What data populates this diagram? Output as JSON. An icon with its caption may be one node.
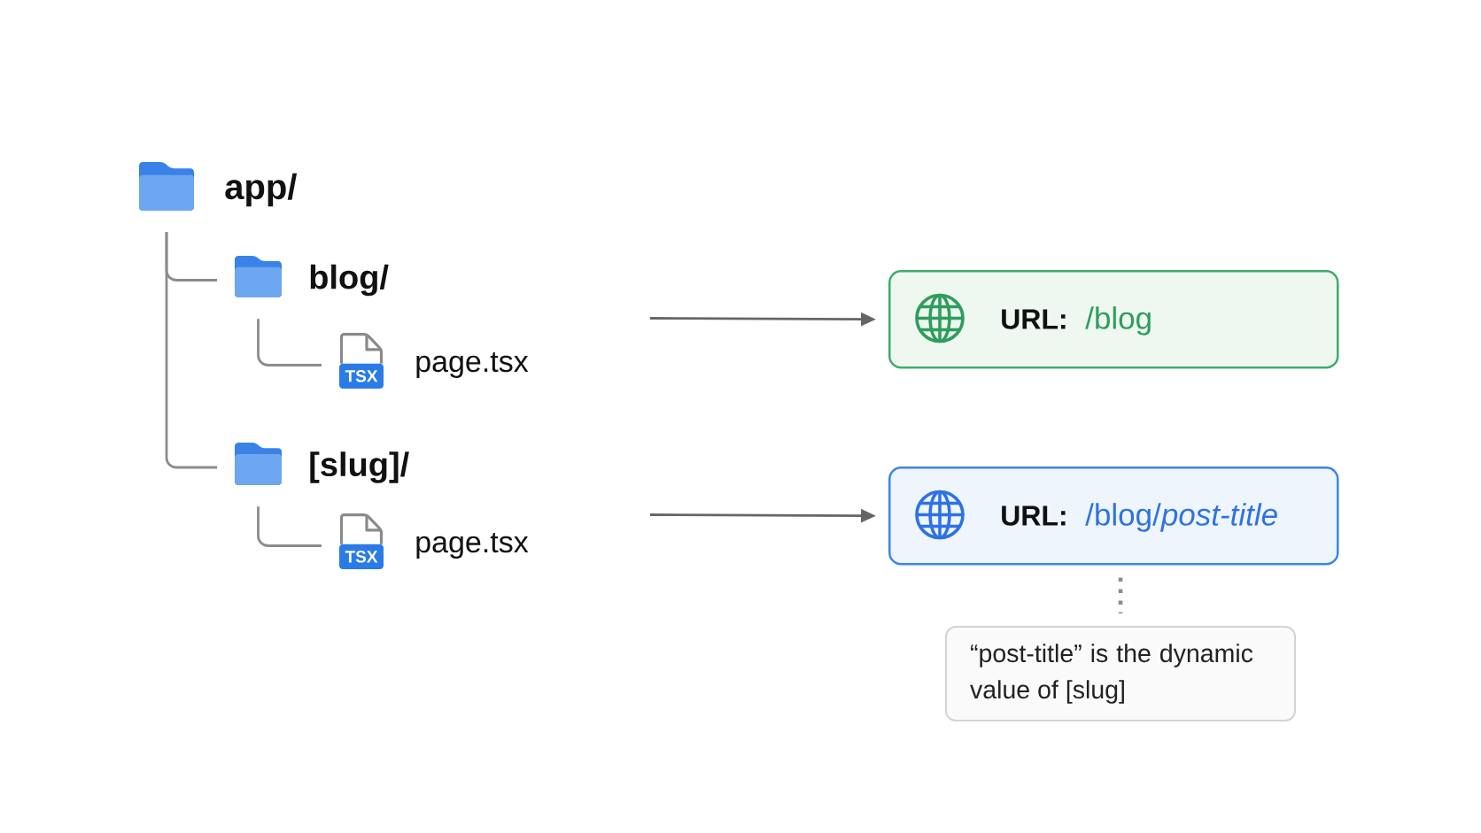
{
  "diagram": {
    "nodes": [
      {
        "text": [
          "app/"
        ]
      },
      {
        "text": [
          "blog/"
        ]
      },
      {
        "text": [
          "page.tsx"
        ]
      },
      {
        "text": [
          "[slug]/"
        ]
      },
      {
        "text": [
          "page.tsx"
        ]
      },
      {
        "text": [
          "URL:",
          "/blog"
        ]
      },
      {
        "text": [
          "URL:",
          "/blog/*post-title*"
        ]
      },
      {
        "text": [
          "“post-title” is the dynamic value of [slug]"
        ]
      }
    ],
    "edges": [
      {
        "from": 0,
        "to": 1,
        "arrow": "none"
      },
      {
        "from": 0,
        "to": 3,
        "arrow": "none"
      },
      {
        "from": 1,
        "to": 2,
        "arrow": "none"
      },
      {
        "from": 3,
        "to": 4,
        "arrow": "none"
      },
      {
        "from": null,
        "to": 5,
        "arrow": "to",
        "color": "#666666"
      },
      {
        "from": null,
        "to": 6,
        "arrow": "to",
        "color": "#666666"
      },
      {
        "from": 6,
        "to": 7,
        "arrow": "none",
        "style": "dashed"
      }
    ],
    "labels": [
      "TSX",
      "TSX"
    ]
  }
}
